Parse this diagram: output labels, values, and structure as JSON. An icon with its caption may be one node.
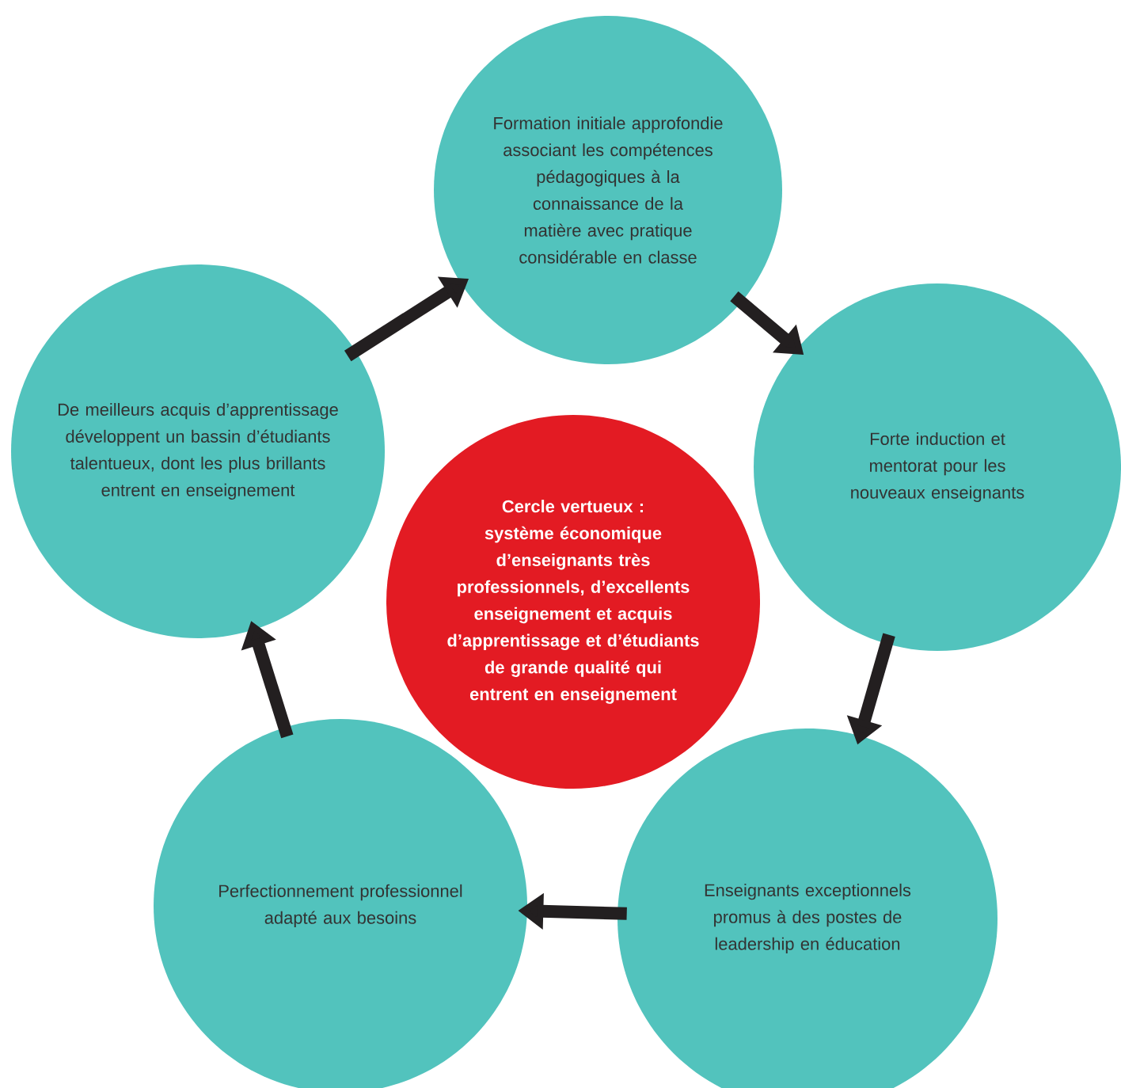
{
  "diagram": {
    "nodes": [
      {
        "text": [
          "Formation initiale approfondie associant les compétences pédagogiques à la connaissance de la matière avec pratique considérable en classe"
        ]
      },
      {
        "text": [
          "Forte induction et mentorat pour les nouveaux enseignants"
        ]
      },
      {
        "text": [
          "Enseignants exceptionnels promus à des postes de leadership en éducation"
        ]
      },
      {
        "text": [
          "Perfectionnement professionnel adapté aux besoins"
        ]
      },
      {
        "text": [
          "De meilleurs acquis d’apprentissage développent un bassin d’étudiants talentueux, dont les plus brillants entrent en enseignement"
        ]
      },
      {
        "text": [
          "Cercle vertueux :",
          "système économique d’enseignants très professionnels, d’excellents enseignement et acquis d’apprentissage et d’étudiants de grande qualité qui entrent en enseignement"
        ]
      }
    ],
    "edges": [
      {
        "from": 0,
        "to": 1,
        "arrow": "to"
      },
      {
        "from": 1,
        "to": 2,
        "arrow": "to"
      },
      {
        "from": 2,
        "to": 3,
        "arrow": "to"
      },
      {
        "from": 3,
        "to": 4,
        "arrow": "to"
      },
      {
        "from": 4,
        "to": 0,
        "arrow": "to"
      }
    ]
  }
}
